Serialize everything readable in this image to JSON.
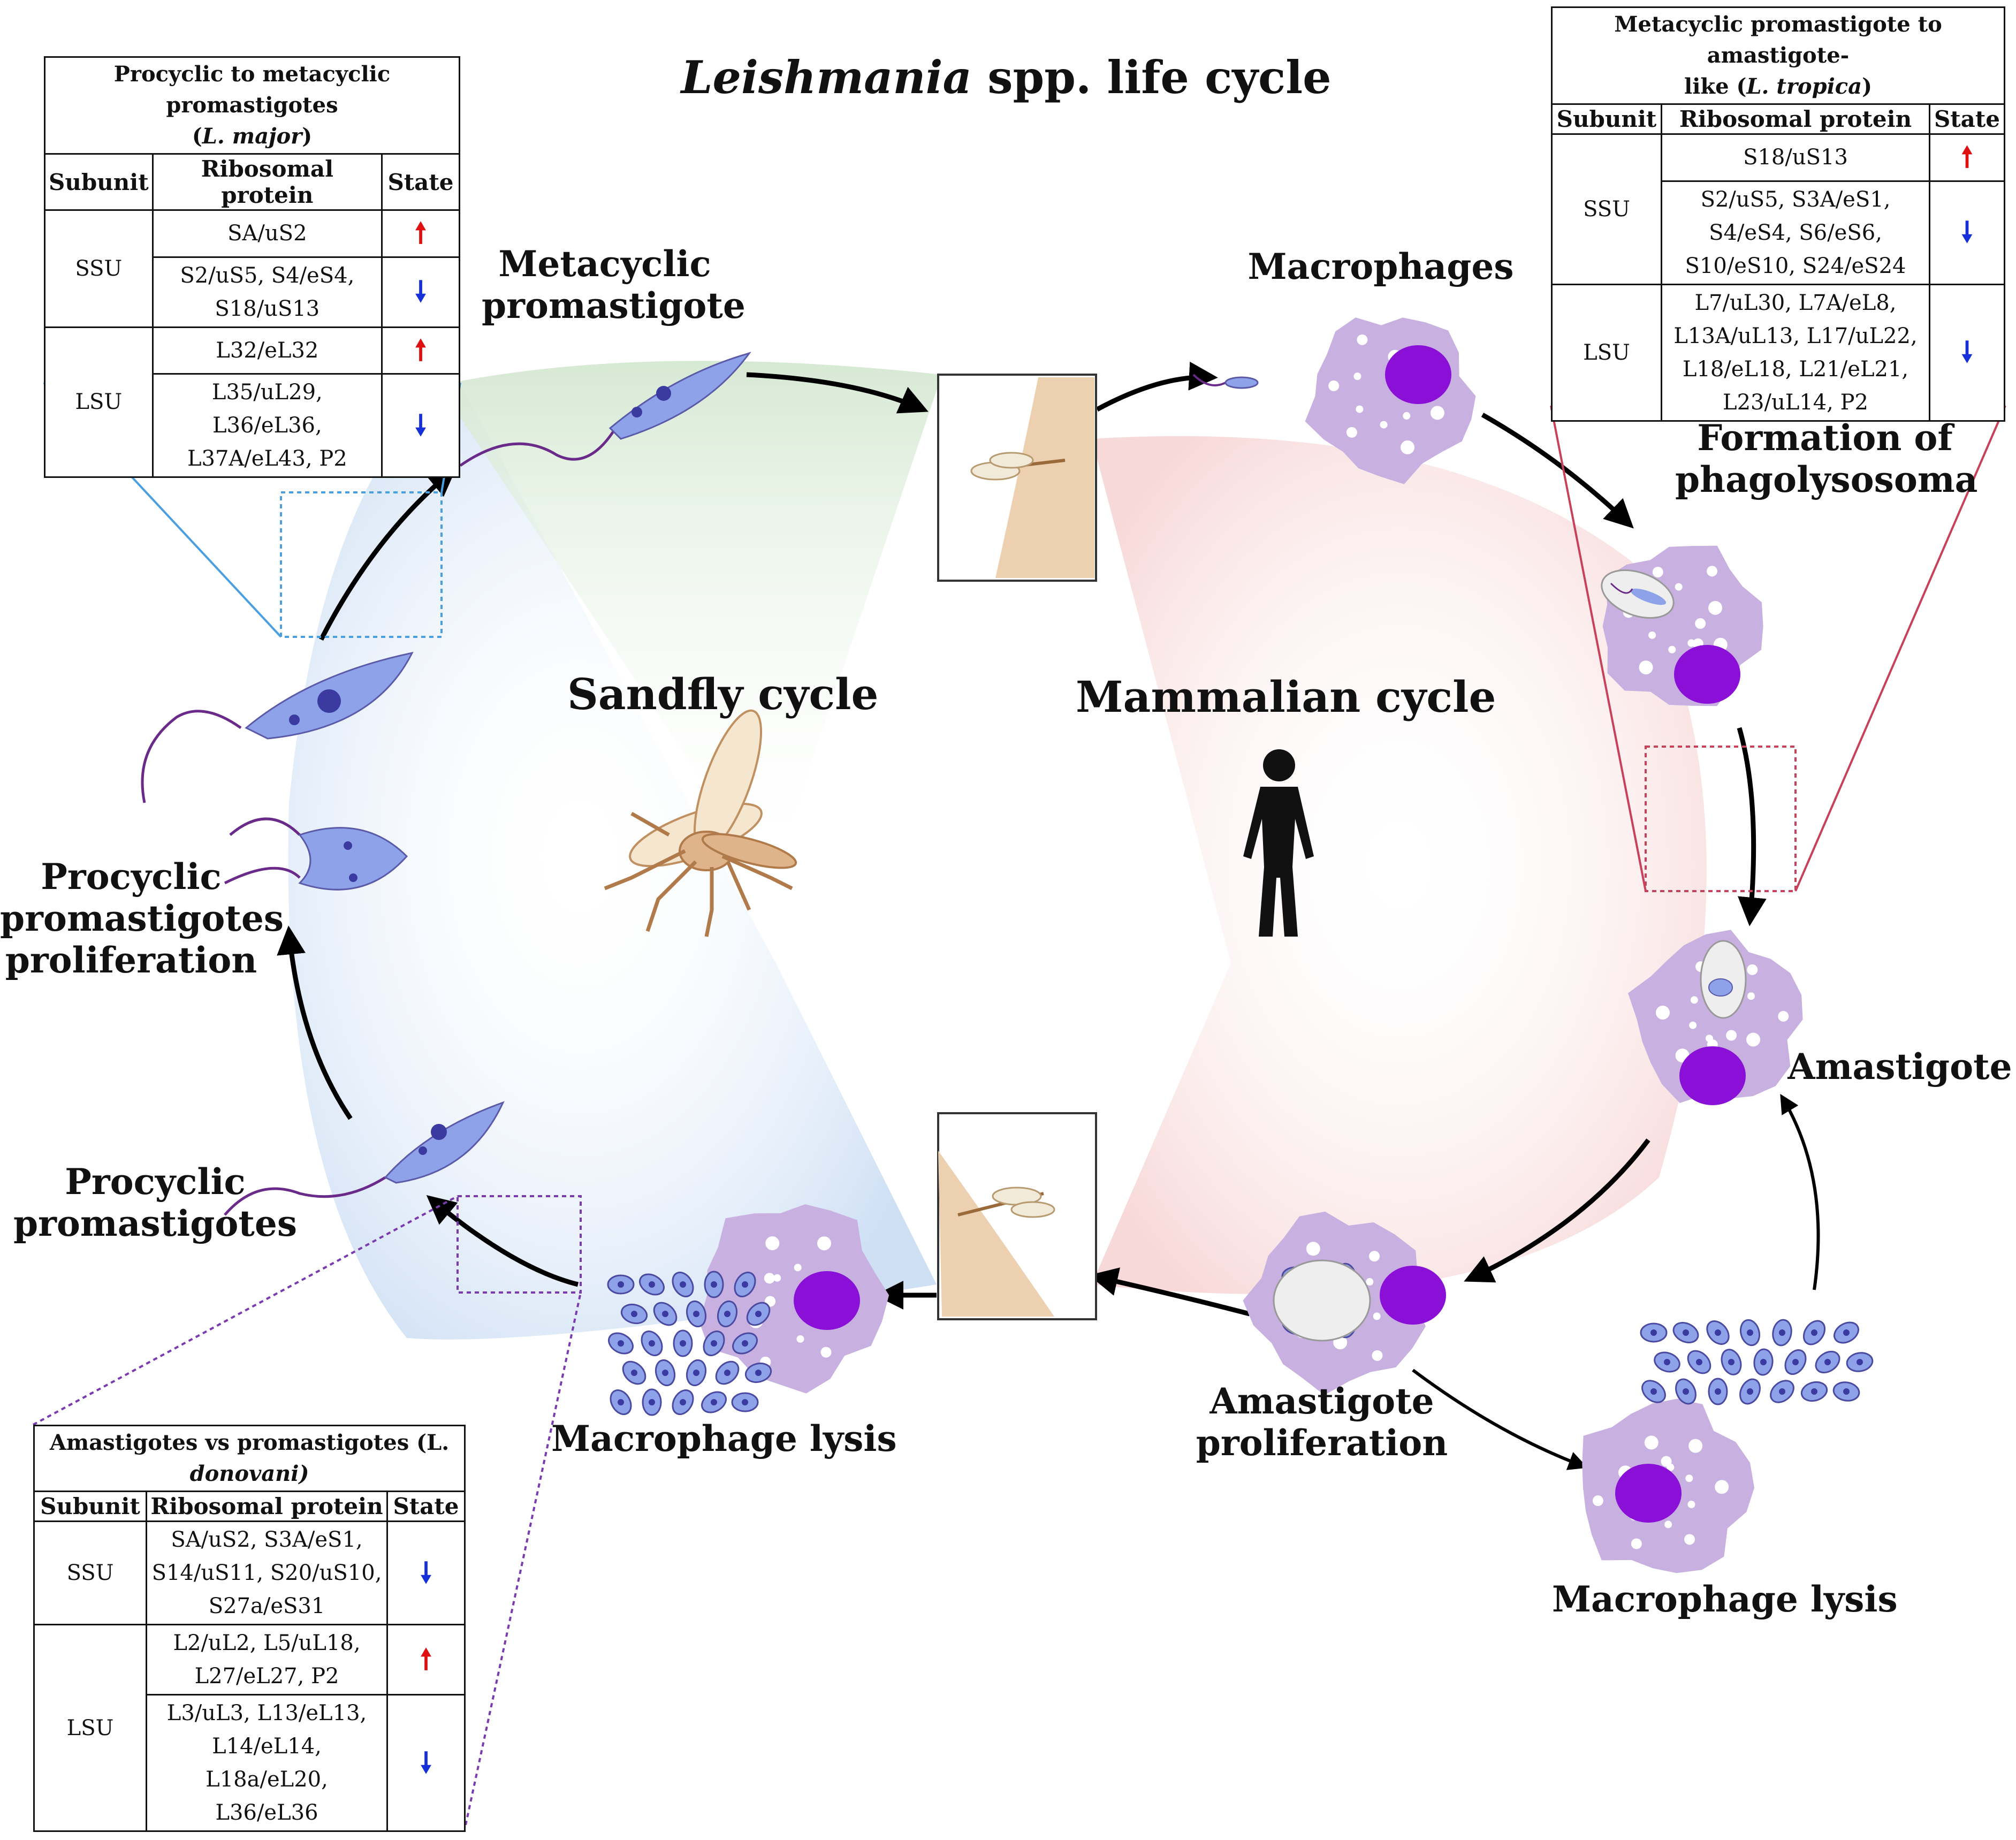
{
  "title": {
    "italic": "Leishmania",
    "rest": " spp. life cycle"
  },
  "labels": {
    "metacyclic": "Metacyclic\npromastigote",
    "macrophages": "Macrophages",
    "phagolysosoma": "Formation of\nphagolysosoma",
    "sandfly_cycle": "Sandfly cycle",
    "mammalian_cycle": "Mammalian cycle",
    "procyclic_proliferation": "Procyclic\npromastigotes\nproliferation",
    "procyclic": "Procyclic\npromastigotes",
    "amastigote": "Amastigote",
    "amastigote_proliferation": "Amastigote\nproliferation",
    "macrophage_lysis_left": "Macrophage lysis",
    "macrophage_lysis_right": "Macrophage lysis"
  },
  "table_headers": {
    "subunit": "Subunit",
    "protein": "Ribosomal protein",
    "state": "State"
  },
  "table_major": {
    "caption_line1": "Procyclic to metacyclic promastigotes",
    "caption_line2": "(L. major)",
    "rows": [
      {
        "subunit": "SSU",
        "protein": "SA/uS2",
        "state": "up"
      },
      {
        "subunit": "",
        "protein": "S2/uS5, S4/eS4,\nS18/uS13",
        "state": "down"
      },
      {
        "subunit": "LSU",
        "protein": "L32/eL32",
        "state": "up"
      },
      {
        "subunit": "",
        "protein": "L35/uL29, L36/eL36,\nL37A/eL43, P2",
        "state": "down"
      }
    ]
  },
  "table_tropica": {
    "caption_line1": "Metacyclic promastigote to amastigote-",
    "caption_line2": "like (L. tropica)",
    "rows": [
      {
        "subunit": "SSU",
        "protein": "S18/uS13",
        "state": "up"
      },
      {
        "subunit": "",
        "protein": "S2/uS5, S3A/eS1,\nS4/eS4, S6/eS6,\nS10/eS10, S24/eS24",
        "state": "down"
      },
      {
        "subunit": "LSU",
        "protein": "L7/uL30, L7A/eL8,\nL13A/uL13, L17/uL22,\nL18/eL18, L21/eL21,\nL23/uL14, P2",
        "state": "down"
      }
    ]
  },
  "table_donovani": {
    "caption_line1": "Amastigotes vs promastigotes (L.",
    "caption_line2": "donovani)",
    "rows": [
      {
        "subunit": "SSU",
        "protein": "SA/uS2, S3A/eS1,\nS14/uS11, S20/uS10,\nS27a/eS31",
        "state": "down"
      },
      {
        "subunit": "LSU",
        "protein": "L2/uL2, L5/uL18,\nL27/eL27, P2",
        "state": "up"
      },
      {
        "subunit": "",
        "protein": "L3/uL3, L13/eL13,\nL14/eL14, L18a/eL20,\nL36/eL36",
        "state": "down"
      }
    ]
  },
  "arrows": {
    "up": "🠕",
    "down": "🠗"
  },
  "colors": {
    "sandfly_green": "#d9ebd6",
    "sandfly_blue": "#cfe0f5",
    "mammal_pink": "#f8d9d9",
    "macrophage": "#c8b0e0",
    "nucleus": "#8a10d8",
    "promastigote": "#8ea2ea",
    "flagellum": "#6a2a8a",
    "table_blue": "#4a9fe0",
    "table_red": "#c8405a",
    "table_purple": "#7a3ab0",
    "up_arrow": "#e01010",
    "down_arrow": "#1530d8"
  }
}
